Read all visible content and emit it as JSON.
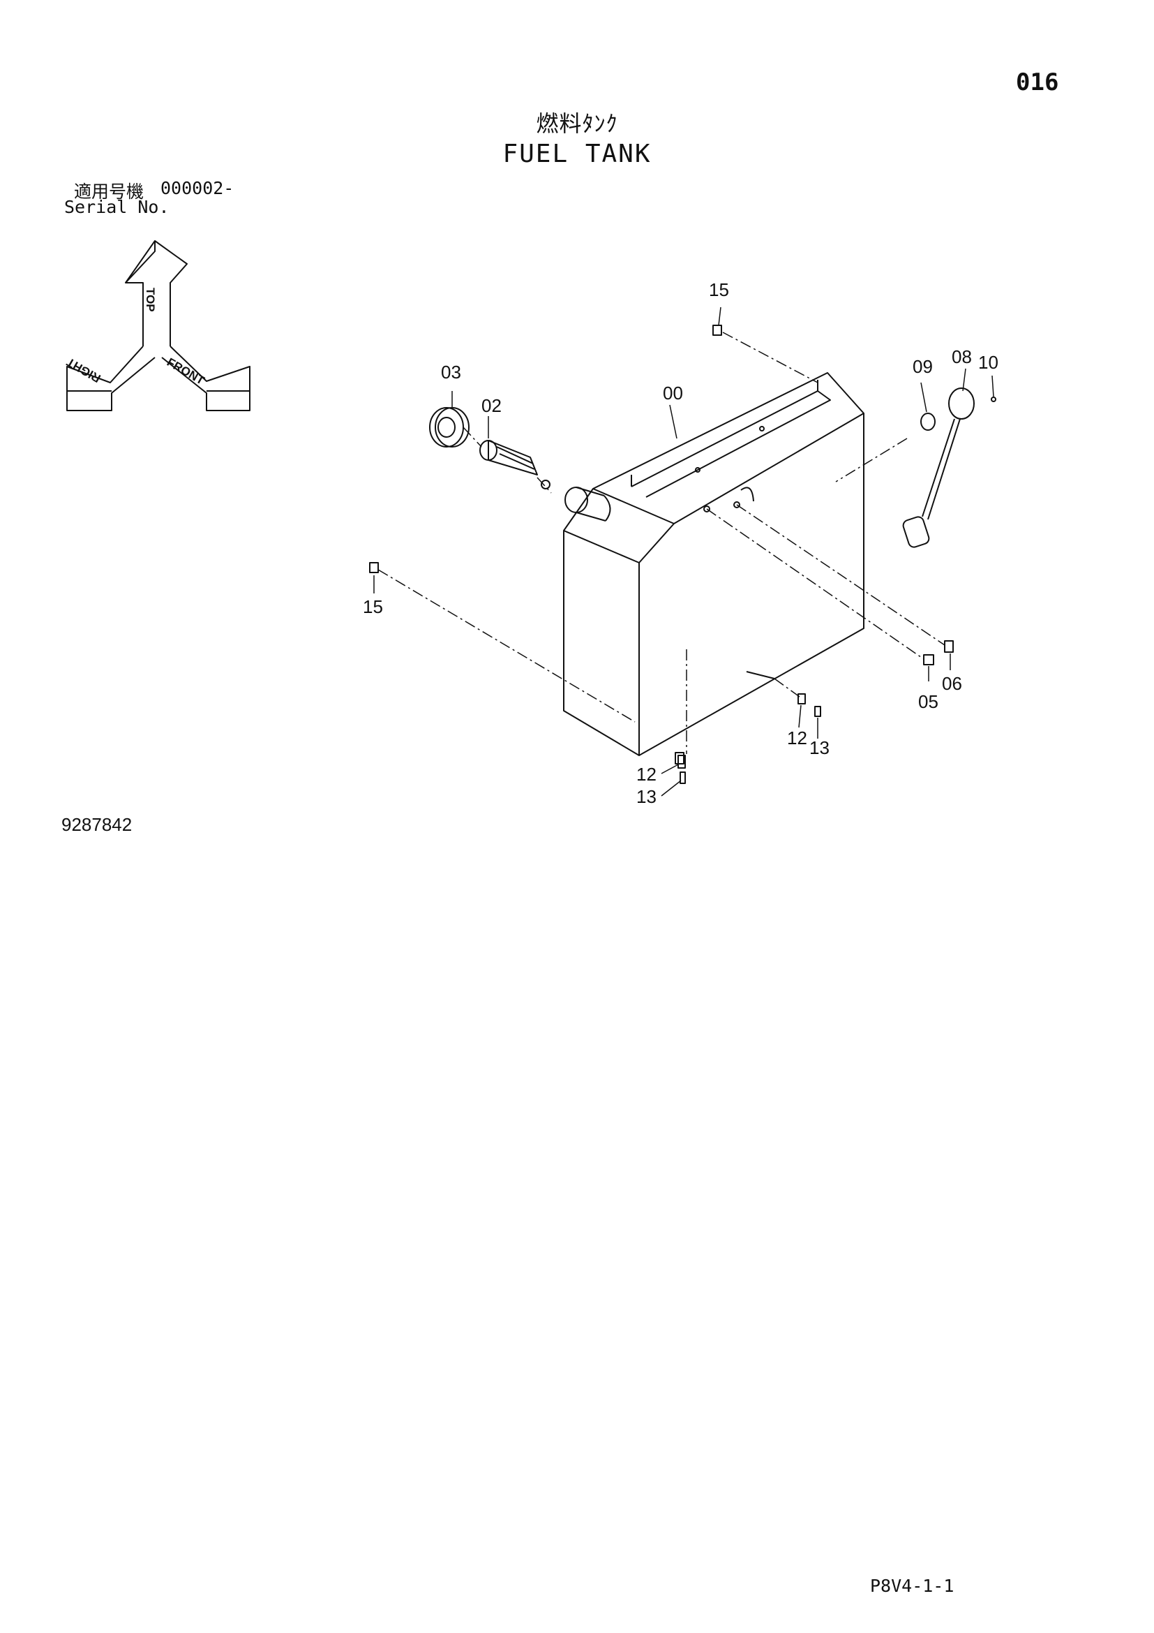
{
  "header": {
    "page_number": "016",
    "title_jp": "燃料ﾀﾝｸ",
    "title_en": "FUEL TANK"
  },
  "serial": {
    "label_jp": "適用号機",
    "value": "000002-",
    "label_en": "Serial No."
  },
  "orientation": {
    "top": "TOP",
    "right": "RIGHT",
    "front": "FRONT"
  },
  "callouts": {
    "tank": "00",
    "strainer": "02",
    "cap": "03",
    "nut_05": "05",
    "bolt_06": "06",
    "sender": "08",
    "gasket": "09",
    "screw_10": "10",
    "bolt_15_top": "15",
    "bolt_15_left": "15",
    "cock_12_bottom": "12",
    "plug_13_bottom": "13",
    "cock_12_side": "12",
    "plug_13_side": "13"
  },
  "footer": {
    "drawing_no": "9287842",
    "sheet_code": "P8V4-1-1"
  }
}
